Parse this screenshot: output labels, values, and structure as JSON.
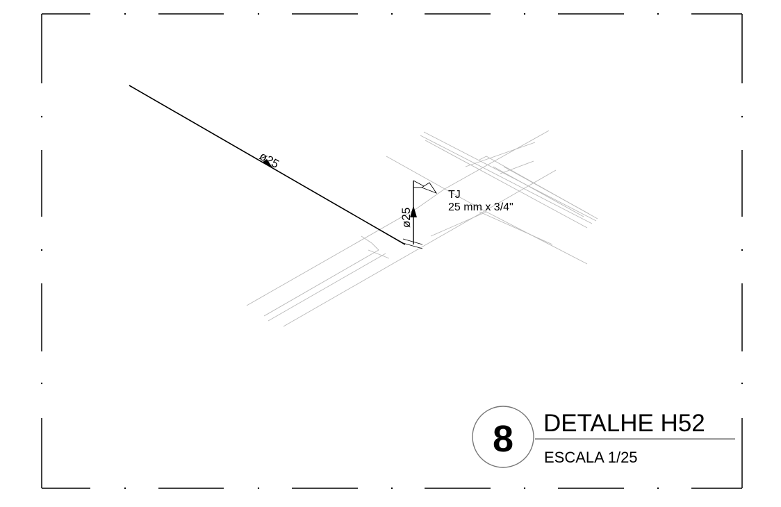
{
  "drawing": {
    "pipe_main_label": "ø25",
    "pipe_riser_label": "ø25",
    "fitting_code": "TJ",
    "fitting_size": "25 mm x 3/4\""
  },
  "title_block": {
    "detail_number": "8",
    "title": "DETALHE H52",
    "scale": "ESCALA 1/25"
  },
  "colors": {
    "line": "#000000",
    "background_lines": "#b8b8b8",
    "frame": "#000000"
  }
}
